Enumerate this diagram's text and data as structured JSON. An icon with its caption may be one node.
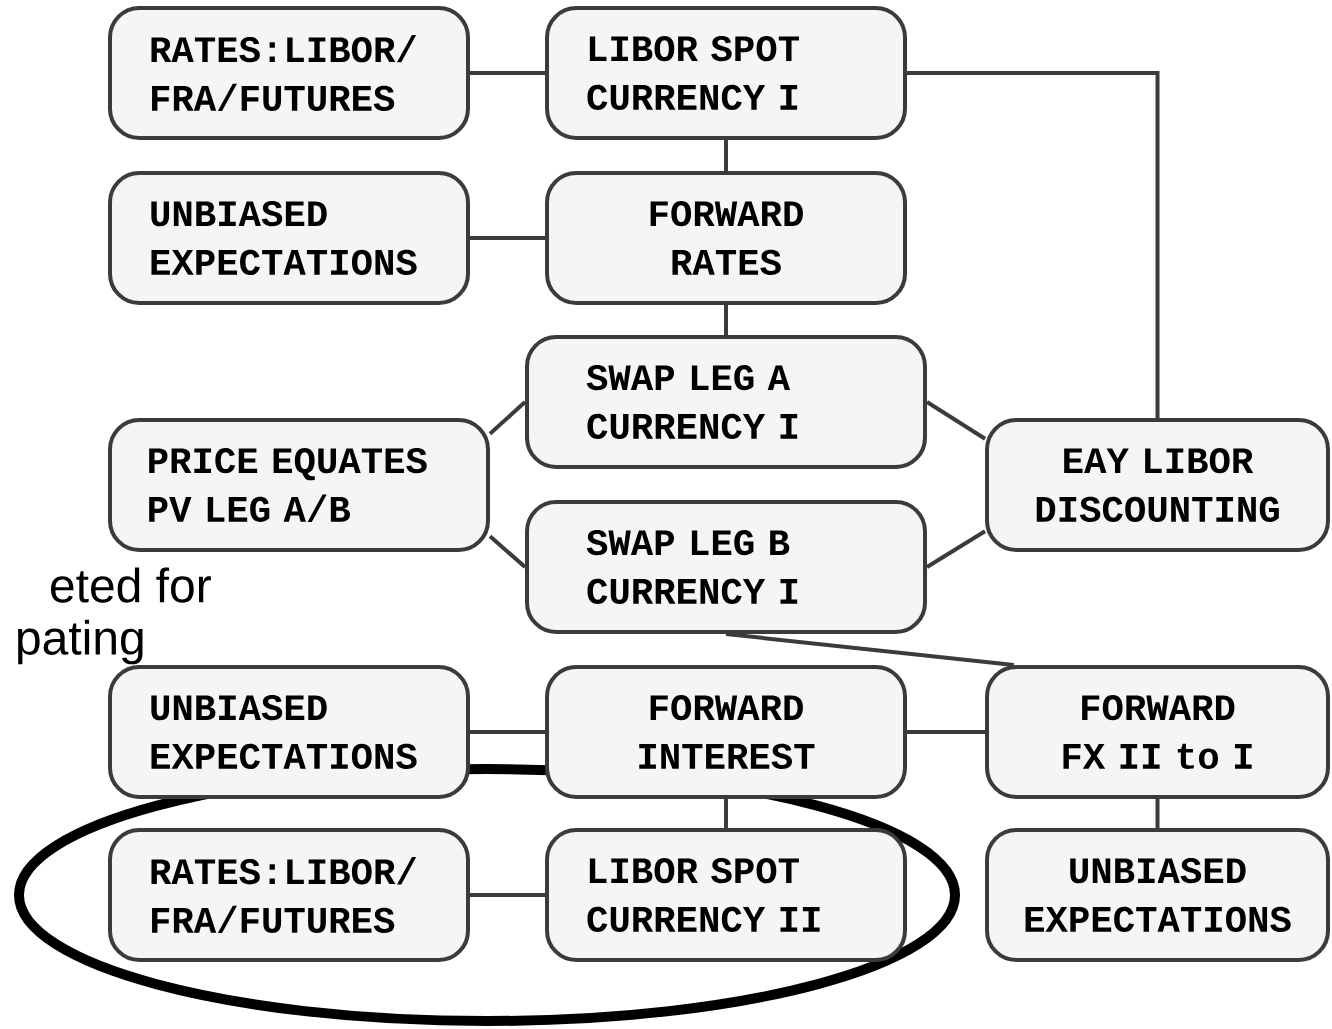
{
  "diagram": {
    "nodes": [
      {
        "text": [
          "RATES:LIBOR/ FRA/FUTURES"
        ]
      },
      {
        "text": [
          "LIBOR SPOT CURRENCY I"
        ]
      },
      {
        "text": [
          "UNBIASED EXPECTATIONS"
        ]
      },
      {
        "text": [
          "FORWARD RATES"
        ]
      },
      {
        "text": [
          "SWAP LEG A CURRENCY I"
        ]
      },
      {
        "text": [
          "PRICE EQUATES PV LEG A/B"
        ]
      },
      {
        "text": [
          "EAY LIBOR DISCOUNTING"
        ]
      },
      {
        "text": [
          "SWAP LEG B CURRENCY I"
        ]
      },
      {
        "text": [
          "UNBIASED EXPECTATIONS"
        ]
      },
      {
        "text": [
          "FORWARD INTEREST"
        ]
      },
      {
        "text": [
          "FORWARD FX II to I"
        ]
      },
      {
        "text": [
          "RATES:LIBOR/ FRA/FUTURES"
        ]
      },
      {
        "text": [
          "LIBOR SPOT CURRENCY II"
        ]
      },
      {
        "text": [
          "UNBIASED EXPECTATIONS"
        ]
      }
    ],
    "edges": [
      {
        "from": 0,
        "to": 1,
        "arrow": "none"
      },
      {
        "from": 1,
        "to": 3,
        "arrow": "none"
      },
      {
        "from": 2,
        "to": 3,
        "arrow": "none"
      },
      {
        "from": 3,
        "to": 4,
        "arrow": "none"
      },
      {
        "from": 1,
        "to": 6,
        "arrow": "none"
      },
      {
        "from": 5,
        "to": 4,
        "arrow": "none"
      },
      {
        "from": 5,
        "to": 7,
        "arrow": "none"
      },
      {
        "from": 4,
        "to": 6,
        "arrow": "none"
      },
      {
        "from": 7,
        "to": 6,
        "arrow": "none"
      },
      {
        "from": 7,
        "to": 10,
        "arrow": "none"
      },
      {
        "from": 8,
        "to": 9,
        "arrow": "none"
      },
      {
        "from": 9,
        "to": 10,
        "arrow": "none"
      },
      {
        "from": 9,
        "to": 12,
        "arrow": "none"
      },
      {
        "from": 10,
        "to": 13,
        "arrow": "none"
      },
      {
        "from": 11,
        "to": 12,
        "arrow": "none"
      }
    ],
    "labels": [
      "eted for",
      "pating"
    ]
  }
}
